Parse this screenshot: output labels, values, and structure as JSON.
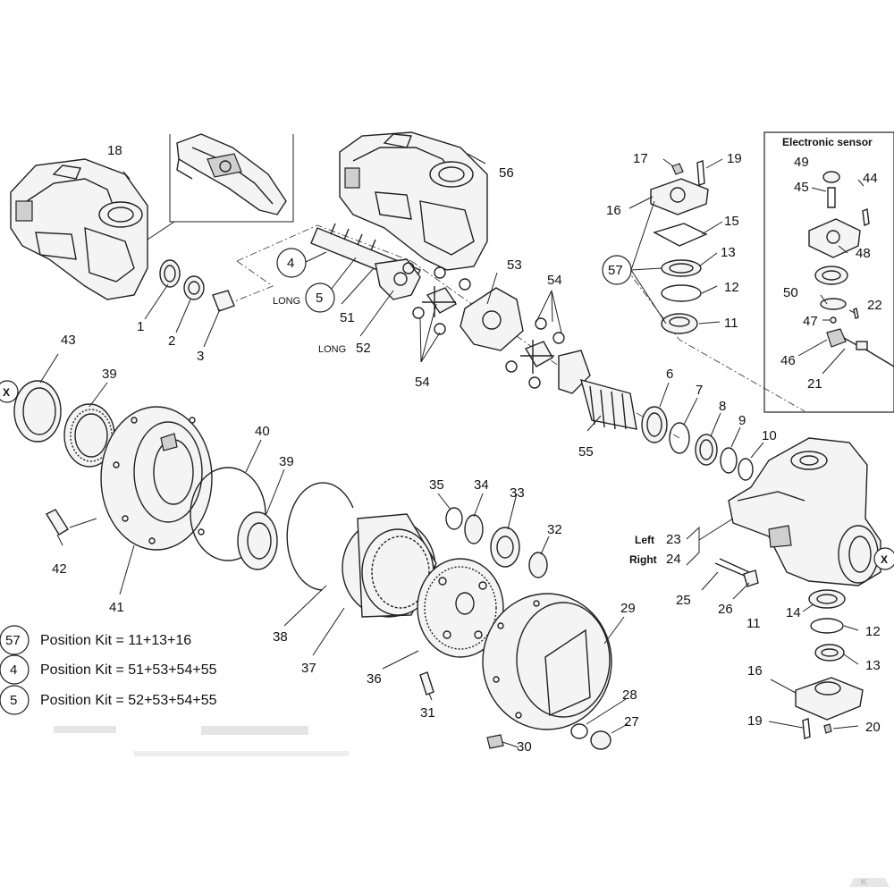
{
  "diagram": {
    "sensor_box_title": "Electronic sensor",
    "long_label": "LONG",
    "left_label": "Left",
    "right_label": "Right",
    "x_mark": "X",
    "watermark": "K",
    "callouts": {
      "p1": "1",
      "p2": "2",
      "p3": "3",
      "p4": "4",
      "p5": "5",
      "p6": "6",
      "p7": "7",
      "p8": "8",
      "p9": "9",
      "p10": "10",
      "p11": "11",
      "p12": "12",
      "p13": "13",
      "p14": "14",
      "p15": "15",
      "p16": "16",
      "p17": "17",
      "p18": "18",
      "p19": "19",
      "p20": "20",
      "p21": "21",
      "p22": "22",
      "p23": "23",
      "p24": "24",
      "p25": "25",
      "p26": "26",
      "p27": "27",
      "p28": "28",
      "p29": "29",
      "p30": "30",
      "p31": "31",
      "p32": "32",
      "p33": "33",
      "p34": "34",
      "p35": "35",
      "p36": "36",
      "p37": "37",
      "p38": "38",
      "p39": "39",
      "p40": "40",
      "p41": "41",
      "p42": "42",
      "p43": "43",
      "p44": "44",
      "p45": "45",
      "p46": "46",
      "p47": "47",
      "p48": "48",
      "p49": "49",
      "p50": "50",
      "p51": "51",
      "p52": "52",
      "p53": "53",
      "p54": "54",
      "p55": "55",
      "p56": "56",
      "p57": "57"
    },
    "legend": [
      {
        "kit": "57",
        "text": "Position Kit = 11+13+16"
      },
      {
        "kit": "4",
        "text": "Position Kit = 51+53+54+55"
      },
      {
        "kit": "5",
        "text": "Position Kit = 52+53+54+55"
      }
    ]
  }
}
